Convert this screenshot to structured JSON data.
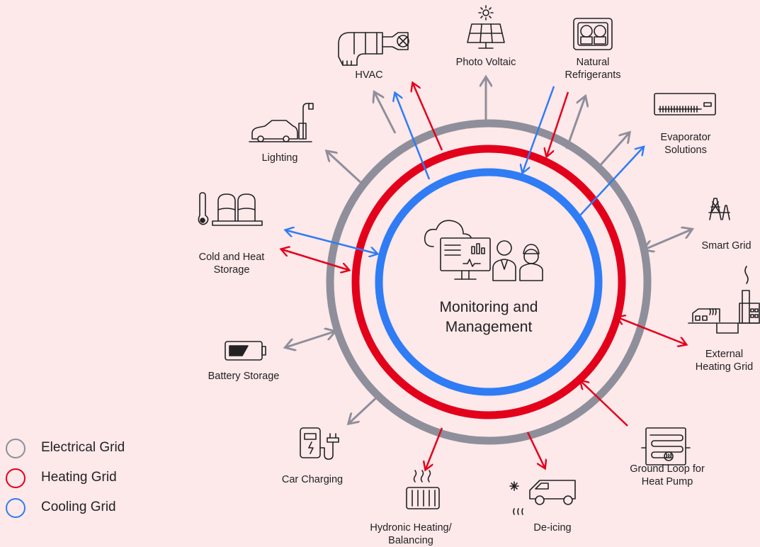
{
  "diagram": {
    "center_label": "Monitoring and Management",
    "colors": {
      "electrical": "#8e8f9a",
      "heating": "#e3001b",
      "cooling": "#2f7cf5",
      "icon": "#222222"
    },
    "nodes": {
      "hvac": "HVAC",
      "photo_voltaic": "Photo Voltaic",
      "natural_refrigerants": "Natural Refrigerants",
      "evaporator_solutions": "Evaporator Solutions",
      "lighting": "Lighting",
      "smart_grid": "Smart Grid",
      "cold_and_heat_storage": "Cold and Heat Storage",
      "external_heating_grid": "External Heating Grid",
      "battery_storage": "Battery Storage",
      "ground_loop": "Ground Loop for Heat Pump",
      "car_charging": "Car Charging",
      "hydronic_heating": "Hydronic Heating/ Balancing",
      "de_icing": "De-icing"
    },
    "legend": [
      {
        "label": "Electrical Grid",
        "color": "#8e8f9a"
      },
      {
        "label": "Heating Grid",
        "color": "#e3001b"
      },
      {
        "label": "Cooling Grid",
        "color": "#2f7cf5"
      }
    ]
  }
}
